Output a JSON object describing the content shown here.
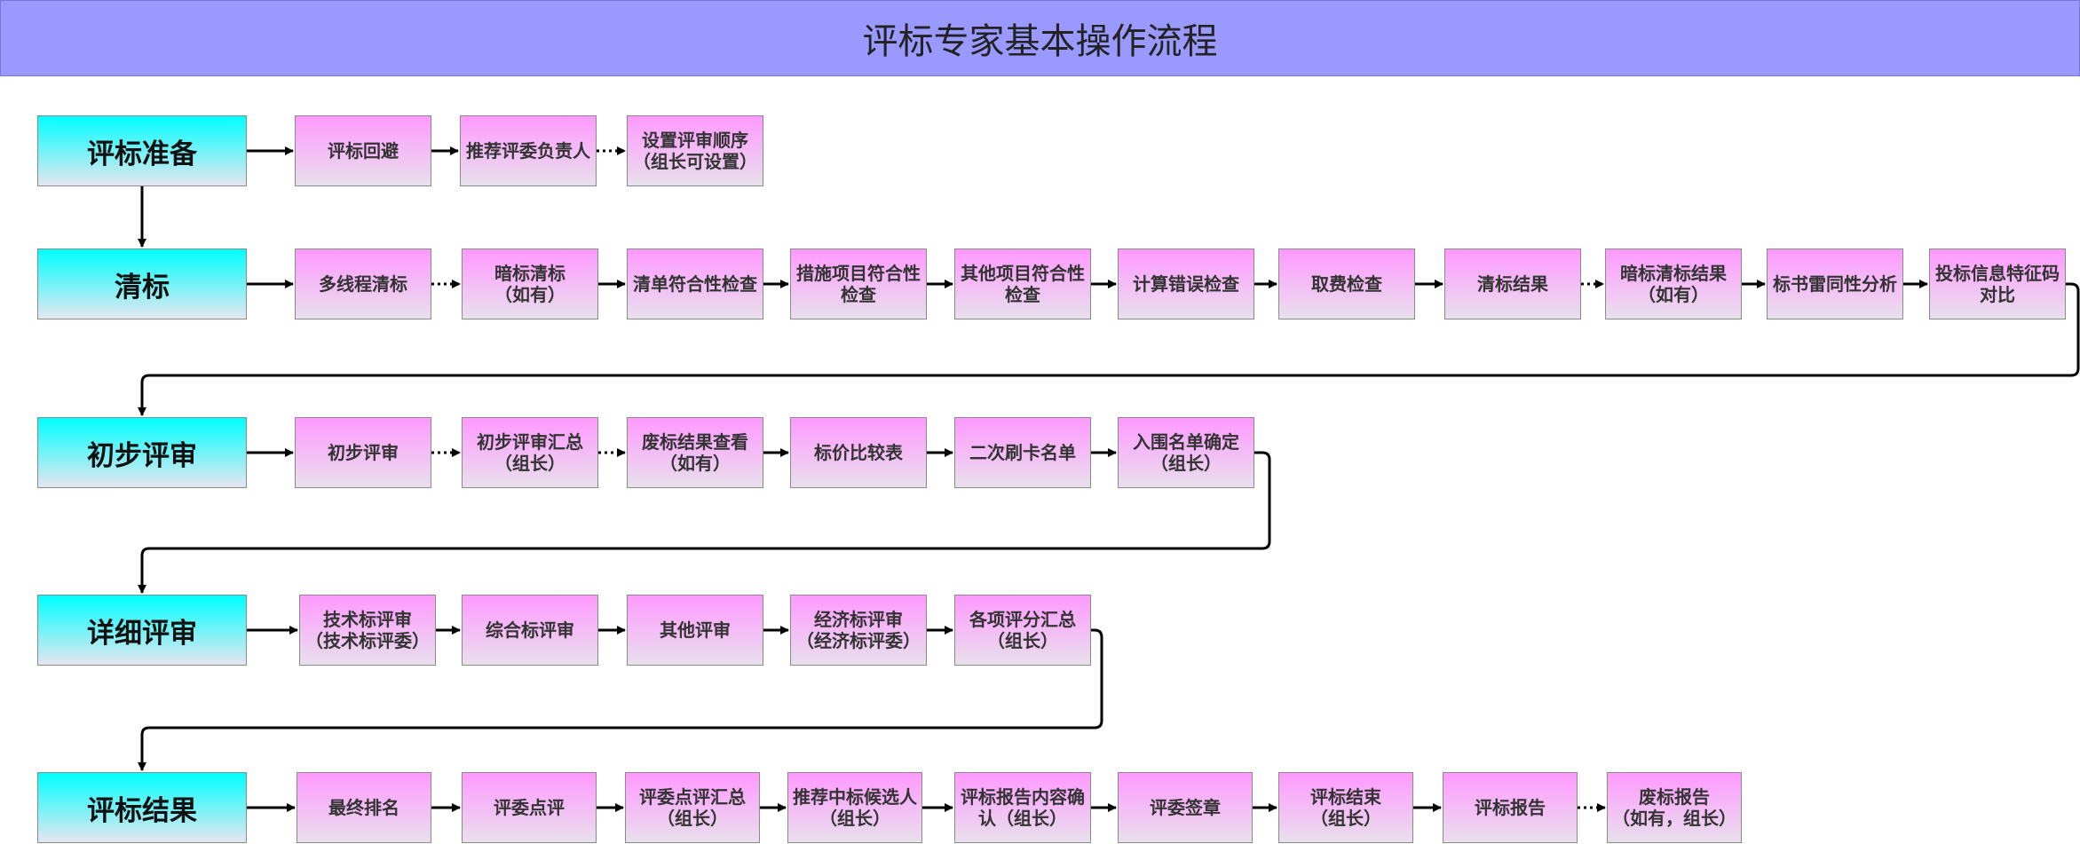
{
  "title": "评标专家基本操作流程",
  "rows": [
    {
      "stage": "评标准备",
      "steps": [
        "评标回避",
        "推荐评委负责人",
        "设置评审顺序\n（组长可设置）"
      ],
      "links": [
        "solid",
        "solid",
        "dotted"
      ]
    },
    {
      "stage": "清标",
      "steps": [
        "多线程清标",
        "暗标清标\n（如有）",
        "清单符合性检查",
        "措施项目符合性\n检查",
        "其他项目符合性\n检查",
        "计算错误检查",
        "取费检查",
        "清标结果",
        "暗标清标结果\n（如有）",
        "标书雷同性分析",
        "投标信息特征码\n对比"
      ],
      "links": [
        "solid",
        "dotted",
        "solid",
        "solid",
        "solid",
        "solid",
        "solid",
        "solid",
        "dotted",
        "solid",
        "solid"
      ]
    },
    {
      "stage": "初步评审",
      "steps": [
        "初步评审",
        "初步评审汇总\n（组长）",
        "废标结果查看\n（如有）",
        "标价比较表",
        "二次刷卡名单",
        "入围名单确定\n（组长）"
      ],
      "links": [
        "solid",
        "dotted",
        "dotted",
        "solid",
        "solid",
        "solid"
      ]
    },
    {
      "stage": "详细评审",
      "steps": [
        "技术标评审\n（技术标评委）",
        "综合标评审",
        "其他评审",
        "经济标评审\n（经济标评委）",
        "各项评分汇总\n（组长）"
      ],
      "links": [
        "solid",
        "solid",
        "solid",
        "solid",
        "solid"
      ]
    },
    {
      "stage": "评标结果",
      "steps": [
        "最终排名",
        "评委点评",
        "评委点评汇总\n（组长）",
        "推荐中标候选人\n（组长）",
        "评标报告内容确\n认（组长）",
        "评委签章",
        "评标结束\n（组长）",
        "评标报告",
        "废标报告\n（如有，组长）"
      ],
      "links": [
        "solid",
        "solid",
        "solid",
        "solid",
        "solid",
        "solid",
        "solid",
        "solid",
        "dotted"
      ]
    }
  ]
}
